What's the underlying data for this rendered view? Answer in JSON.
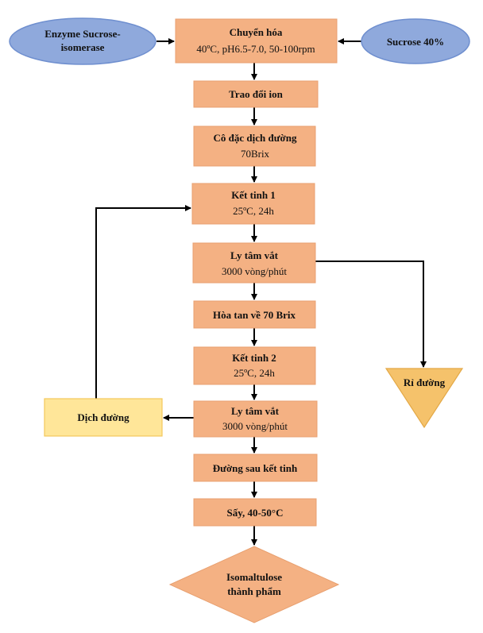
{
  "colors": {
    "process_fill": "#f4b183",
    "process_stroke": "#e8a070",
    "input_fill": "#8fa9dc",
    "input_stroke": "#6f8fcf",
    "side_fill": "#ffe699",
    "side_stroke": "#f2c75c",
    "waste_fill": "#f5c26b",
    "waste_stroke": "#e3a846",
    "arrow": "#000000"
  },
  "inputs": {
    "enzyme": {
      "line1": "Enzyme Sucrose-",
      "line2": "isomerase"
    },
    "sucrose": {
      "label": "Sucrose 40%"
    }
  },
  "steps": {
    "conversion": {
      "title": "Chuyển hóa",
      "detail": "40ºC, pH6.5-7.0, 50-100rpm"
    },
    "ion_exchange": {
      "title": "Trao đổi ion"
    },
    "concentration": {
      "title": "Cô đặc dịch đường",
      "detail": "70Brix"
    },
    "crystallization1": {
      "title": "Kết tinh 1",
      "detail": "25ºC, 24h"
    },
    "centrifuge1": {
      "title": "Ly tâm vắt",
      "detail": "3000 vòng/phút"
    },
    "dissolve": {
      "title": "Hòa tan về 70 Brix"
    },
    "crystallization2": {
      "title": "Kết tinh 2",
      "detail": "25ºC, 24h"
    },
    "centrifuge2": {
      "title": "Ly tâm vắt",
      "detail": "3000 vòng/phút"
    },
    "sugar_after": {
      "title": "Đường sau kết tinh"
    },
    "drying": {
      "title": "Sấy, 40-50°C"
    }
  },
  "side": {
    "syrup": {
      "label": "Dịch đường"
    },
    "molasses": {
      "label": "Rỉ đường"
    }
  },
  "product": {
    "line1": "Isomaltulose",
    "line2": "thành phẩm"
  }
}
